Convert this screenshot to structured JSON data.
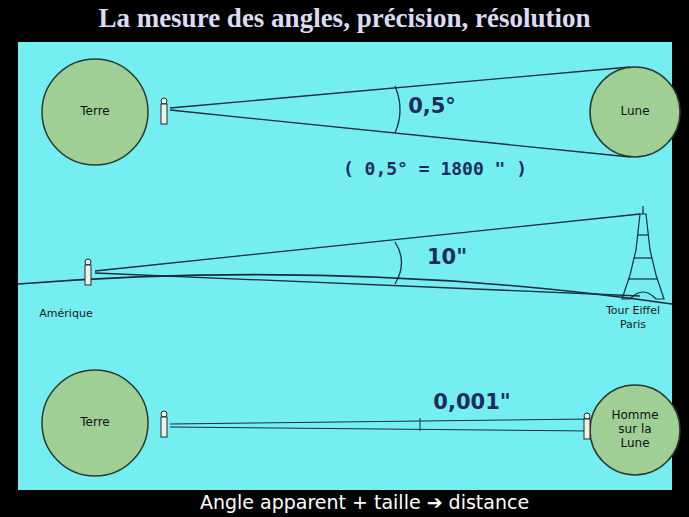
{
  "diagram": {
    "title": "La mesure des angles, précision, résolution",
    "caption": "Angle apparent + taille ➔ distance",
    "nodes": [
      {
        "text": [
          "Terre"
        ]
      },
      {
        "text": [
          "Lune"
        ]
      },
      {
        "text": [
          "Terre"
        ]
      },
      {
        "text": [
          "Homme sur la Lune"
        ]
      }
    ],
    "labels": [
      "0,5°",
      "( 0,5° = 1800 \" )",
      "10\"",
      "Amérique",
      "Tour Eiffel Paris",
      "0,001\""
    ]
  }
}
